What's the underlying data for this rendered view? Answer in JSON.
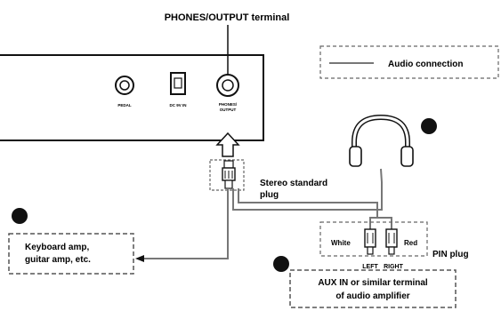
{
  "labels": {
    "terminal_title": "PHONES/OUTPUT terminal",
    "legend": "Audio connection",
    "stereo_line1": "Stereo standard",
    "stereo_line2": "plug",
    "keyboard_line1": "Keyboard amp,",
    "keyboard_line2": "guitar amp, etc.",
    "pin_plug": "PIN plug",
    "white": "White",
    "red": "Red",
    "left": "LEFT",
    "right": "RIGHT",
    "aux_line1": "AUX IN or similar terminal",
    "aux_line2": "of audio amplifier"
  },
  "jack_labels": {
    "pedal": "PEDAL",
    "dc": "DC 9V IN",
    "phones_line1": "PHONES/",
    "phones_line2": "OUTPUT"
  }
}
